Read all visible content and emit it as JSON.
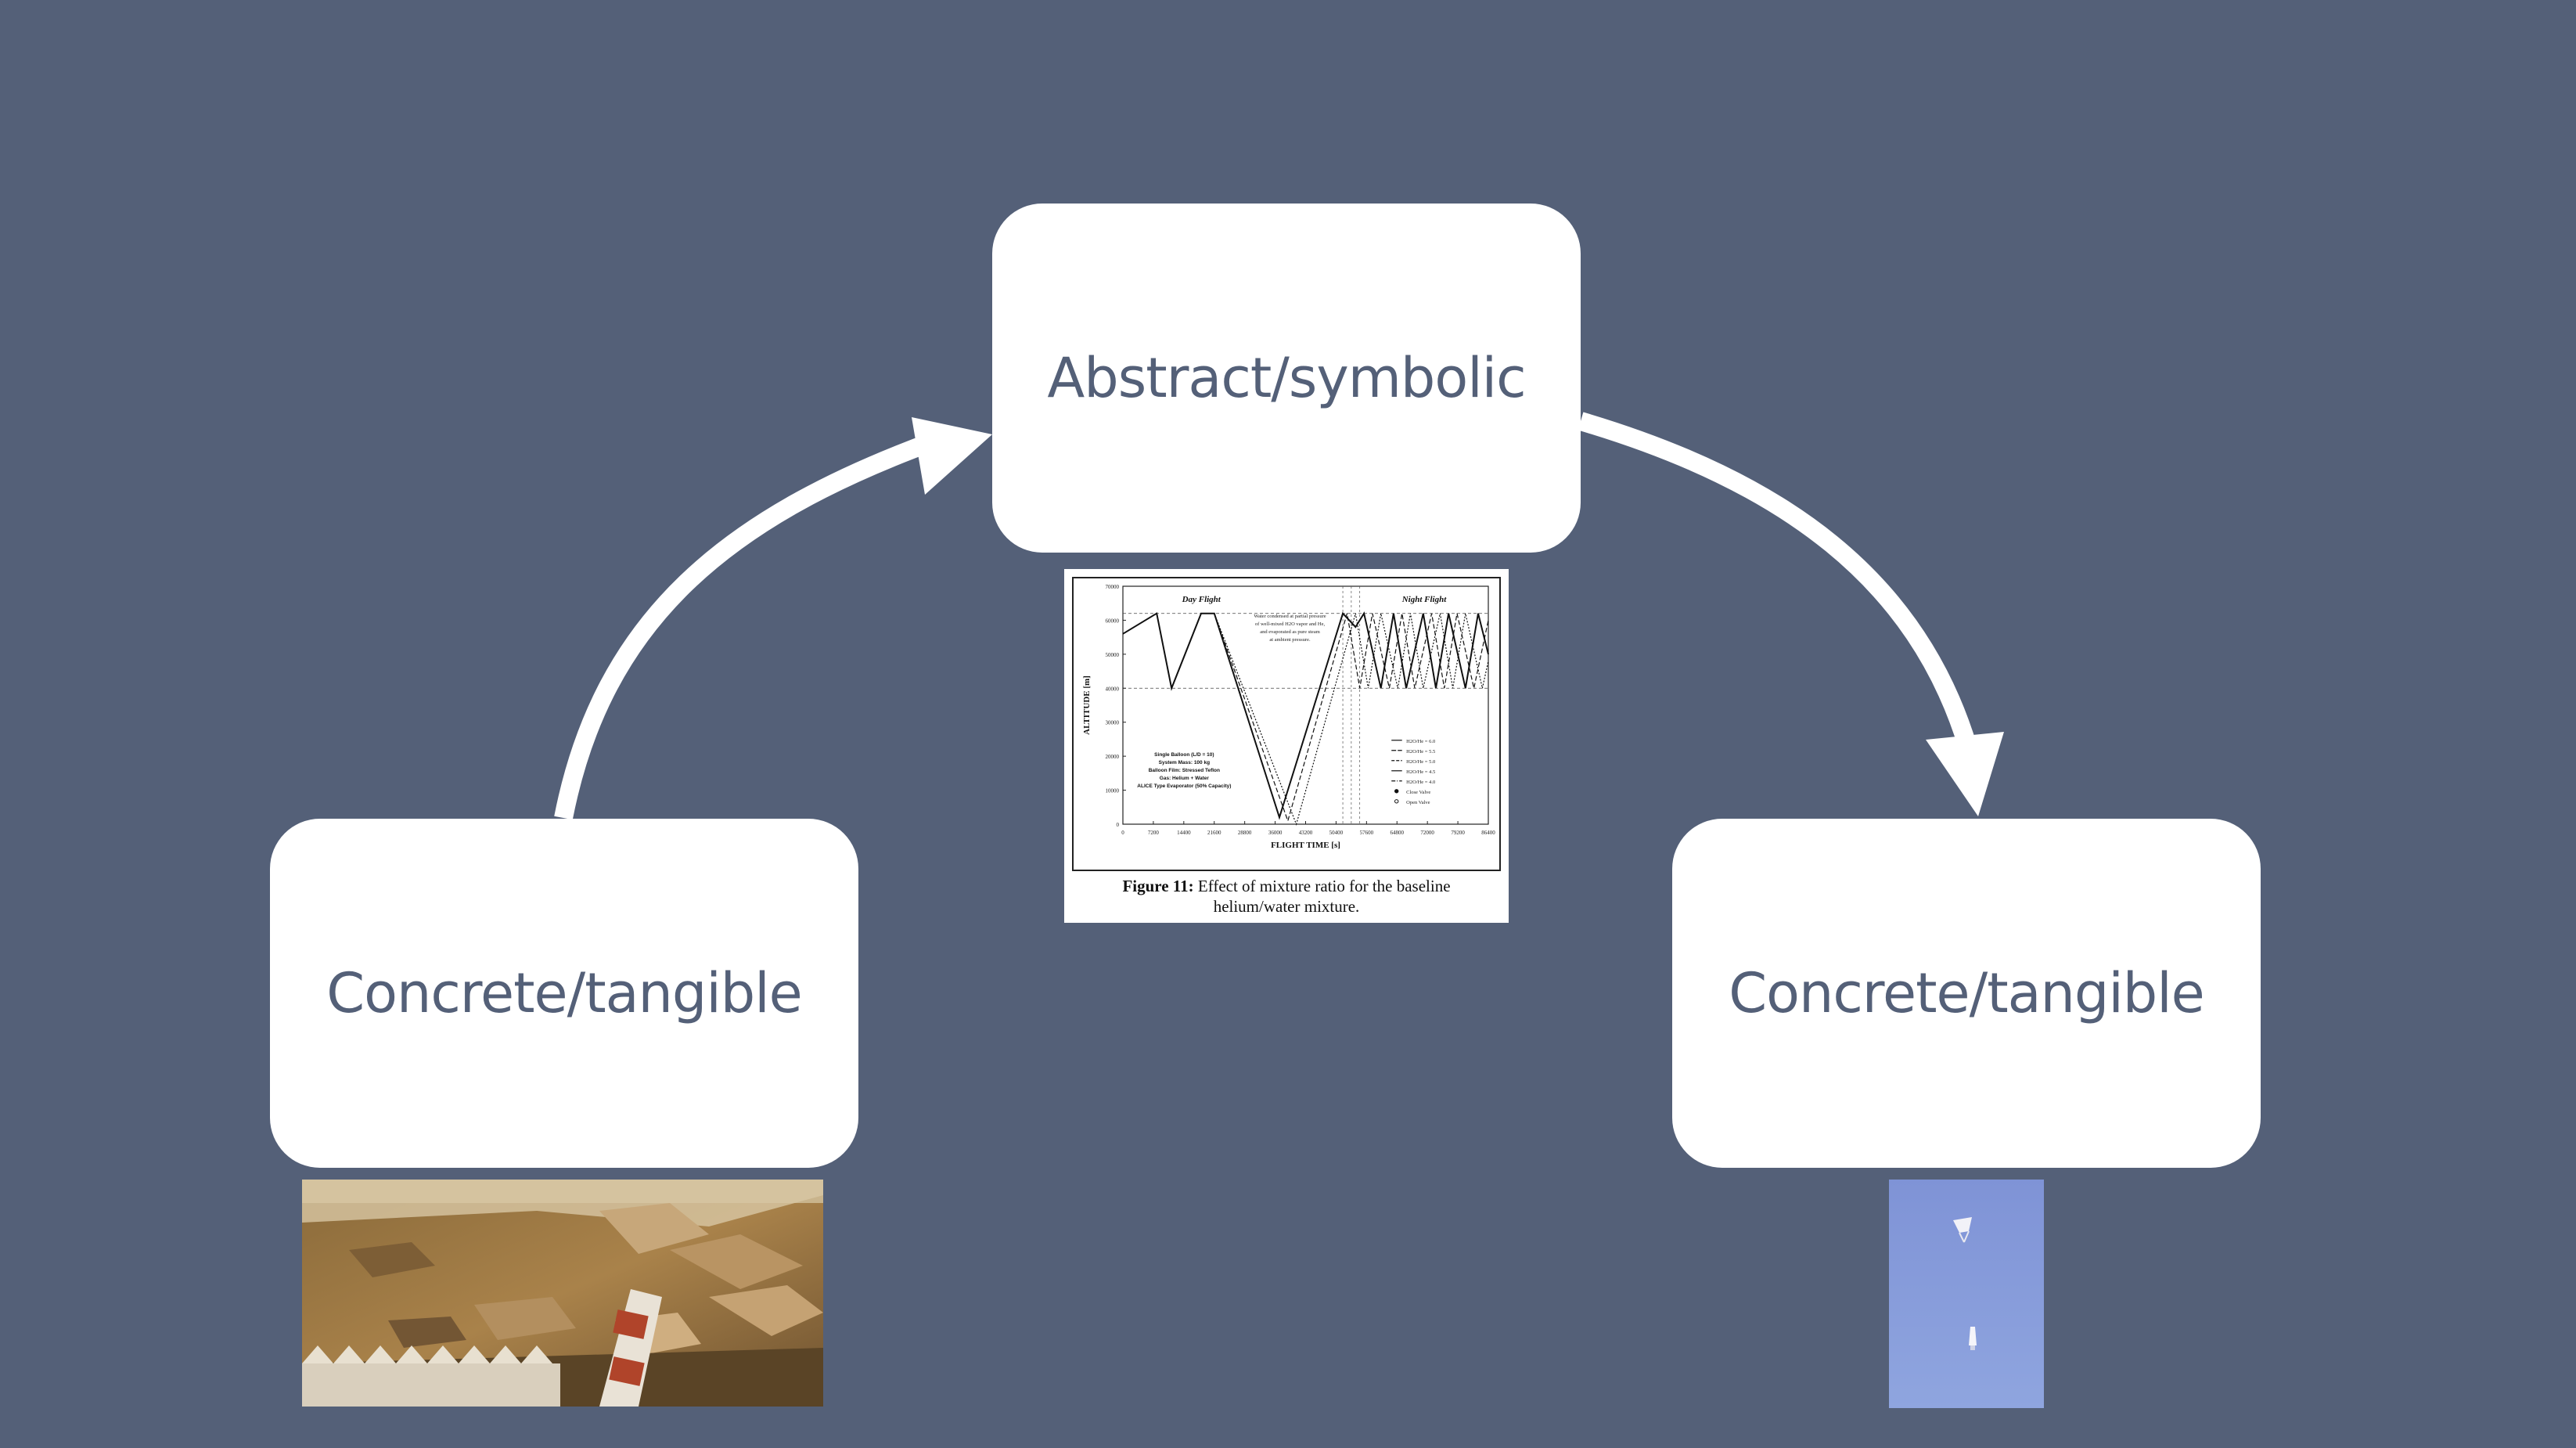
{
  "diagram": {
    "top_box": {
      "label": "Abstract/symbolic"
    },
    "left_box": {
      "label": "Concrete/tangible"
    },
    "right_box": {
      "label": "Concrete/tangible"
    }
  },
  "figure": {
    "caption_bold": "Figure 11:",
    "caption_rest": " Effect of mixture ratio for the baseline helium/water mixture."
  },
  "chart_data": {
    "type": "line",
    "xlabel": "FLIGHT TIME [s]",
    "ylabel": "ALTITUDE [m]",
    "xlim": [
      0,
      86400
    ],
    "ylim": [
      0,
      70000
    ],
    "x_ticks": [
      0,
      7200,
      14400,
      21600,
      28800,
      36000,
      43200,
      50400,
      57600,
      64800,
      72000,
      79200,
      86400
    ],
    "y_ticks": [
      0,
      10000,
      20000,
      30000,
      40000,
      50000,
      60000,
      70000
    ],
    "annotations": {
      "day": "Day Flight",
      "night": "Night Flight",
      "note": [
        "Water condensed at partial pressure",
        "of well-mixed H2O vapor and He,",
        "and evaporated as pure steam",
        "at ambient pressure."
      ],
      "specs": [
        "Single Balloon (L/D = 10)",
        "System Mass: 100 kg",
        "Balloon Film: Stressed Teflon",
        "Gas: Helium + Water",
        "ALICE Type Evaporator (50% Capacity)"
      ]
    },
    "legend": [
      "H2O/He = 6.0",
      "H2O/He = 5.5",
      "H2O/He = 5.0",
      "H2O/He = 4.5",
      "H2O/He = 4.0",
      "Close Valve",
      "Open Valve"
    ],
    "series": [
      {
        "name": "H2O/He = 6.0",
        "x": [
          0,
          8000,
          11500,
          18500,
          21600,
          37000,
          52000,
          55000,
          57000,
          61000,
          64000,
          67000,
          71000,
          74000,
          77000,
          81000,
          84000,
          86400
        ],
        "y": [
          56000,
          62000,
          40000,
          62000,
          62000,
          2000,
          62000,
          58000,
          62000,
          40000,
          62000,
          40000,
          62000,
          40000,
          62000,
          40000,
          62000,
          50000
        ]
      },
      {
        "name": "H2O/He = 5.0",
        "x": [
          0,
          8000,
          11500,
          18500,
          21600,
          39000,
          53000,
          56000,
          59000,
          63000,
          66000,
          69000,
          73000,
          76000,
          79000,
          83000,
          86400
        ],
        "y": [
          56000,
          62000,
          40000,
          62000,
          62000,
          1000,
          62000,
          40000,
          62000,
          40000,
          62000,
          40000,
          62000,
          40000,
          62000,
          40000,
          60000
        ]
      },
      {
        "name": "H2O/He = 4.0",
        "x": [
          0,
          8000,
          11500,
          18500,
          21600,
          41000,
          55000,
          58000,
          61000,
          65000,
          68000,
          71000,
          75000,
          78000,
          81000,
          85000,
          86400
        ],
        "y": [
          56000,
          62000,
          40000,
          62000,
          62000,
          0,
          62000,
          40000,
          62000,
          40000,
          62000,
          40000,
          62000,
          40000,
          62000,
          40000,
          48000
        ]
      }
    ]
  }
}
